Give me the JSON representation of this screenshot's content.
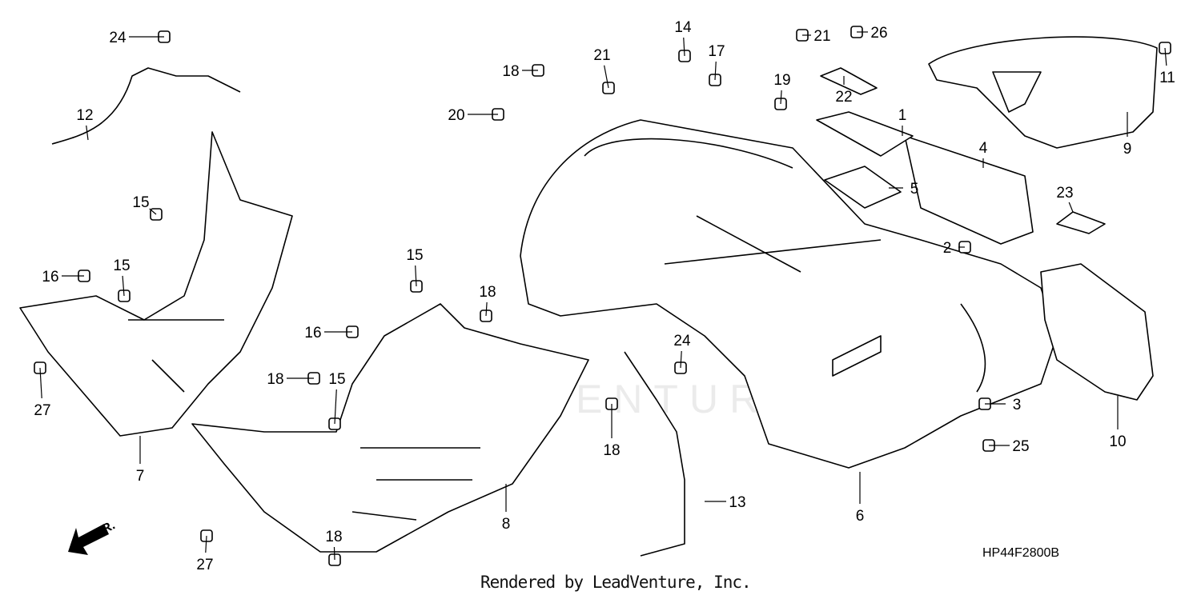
{
  "diagram": {
    "code": "HP44F2800B",
    "credit": "Rendered by LeadVenture, Inc.",
    "watermark": "LEADVENTURE",
    "direction_label": "FR.",
    "callouts": [
      "24",
      "12",
      "15",
      "16",
      "15",
      "27",
      "7",
      "15",
      "18",
      "16",
      "18",
      "15",
      "27",
      "18",
      "8",
      "18",
      "20",
      "21",
      "14",
      "17",
      "21",
      "19",
      "26",
      "22",
      "1",
      "4",
      "5",
      "9",
      "11",
      "23",
      "2",
      "24",
      "18",
      "13",
      "6",
      "3",
      "25",
      "10"
    ]
  }
}
